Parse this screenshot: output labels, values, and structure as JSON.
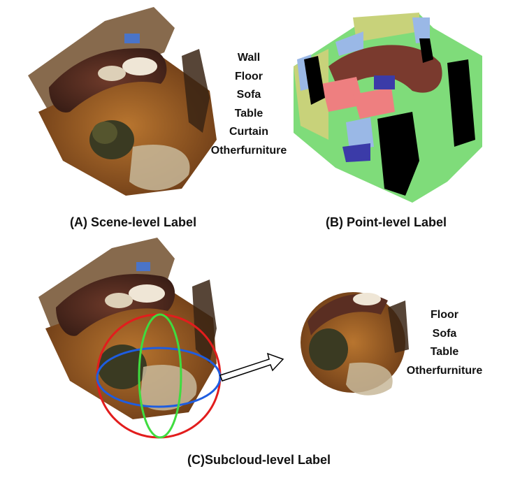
{
  "panels": {
    "scene_level": {
      "caption": "(A) Scene-level Label",
      "labels": [
        "Wall",
        "Floor",
        "Sofa",
        "Table",
        "Curtain",
        "Otherfurniture"
      ]
    },
    "point_level": {
      "caption": "(B) Point-level Label",
      "segment_colors": {
        "wall": "#c8d27a",
        "floor": "#7fdc7a",
        "sofa": "#7a3a2e",
        "table": "#ee7f80",
        "curtain": "#9ab8e6",
        "otherfurniture": "#3b3ba8",
        "unlabeled": "#000000"
      }
    },
    "subcloud_level": {
      "caption": "(C)Subcloud-level Label",
      "labels": [
        "Floor",
        "Sofa",
        "Table",
        "Otherfurniture"
      ],
      "sphere_colors": {
        "outer": "#e21d1d",
        "horizontal": "#1e5de0",
        "vertical": "#3fdc3f"
      }
    }
  }
}
